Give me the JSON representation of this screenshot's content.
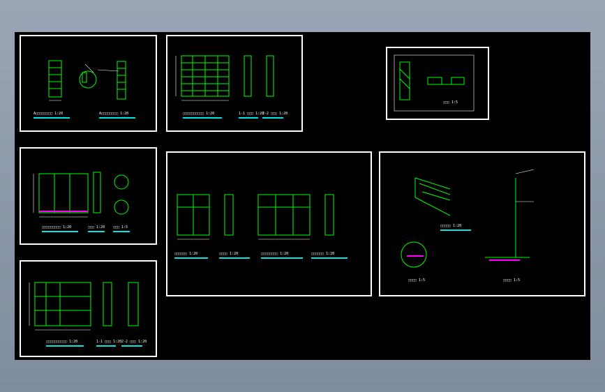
{
  "colors": {
    "viewport": "#000000",
    "frame": "#ffffff",
    "linework": "#00ff00",
    "underline": "#00e5e5",
    "hatch": "#ff00ff",
    "dim": "#ffffff"
  },
  "sheets": {
    "s1": {
      "t1": "A□□□□□□□□ 1:20",
      "t2": "A□□□□□□□□ 1:20"
    },
    "s2": {
      "t1": "□□□□□□□□□□ 1:20",
      "t2": "1-1 □□□ 1:20",
      "t3": "2-2 □□□ 1:20"
    },
    "s3": {
      "t1": "□□□ 1:5"
    },
    "s4": {
      "t1": "□□□□□□□□□ 1:20",
      "t2": "□□□ 1:20",
      "t3": "□□□ 1:5"
    },
    "s5": {
      "t1": "□□□□□□ 1:20",
      "t2": "□□□□ 1:20",
      "t3": "□□□□□□□□ 1:20",
      "t4": "□□□□□□ 1:20"
    },
    "s6": {
      "t1": "□□□□□ 1:20",
      "t2": "□□□□ 1:5",
      "t3": "□□□□ 1:5"
    },
    "s7": {
      "t1": "□□□□□□□□□□ 1:20",
      "t2": "1-1 □□□ 1:20",
      "t3": "2-2 □□□ 1:20"
    }
  }
}
